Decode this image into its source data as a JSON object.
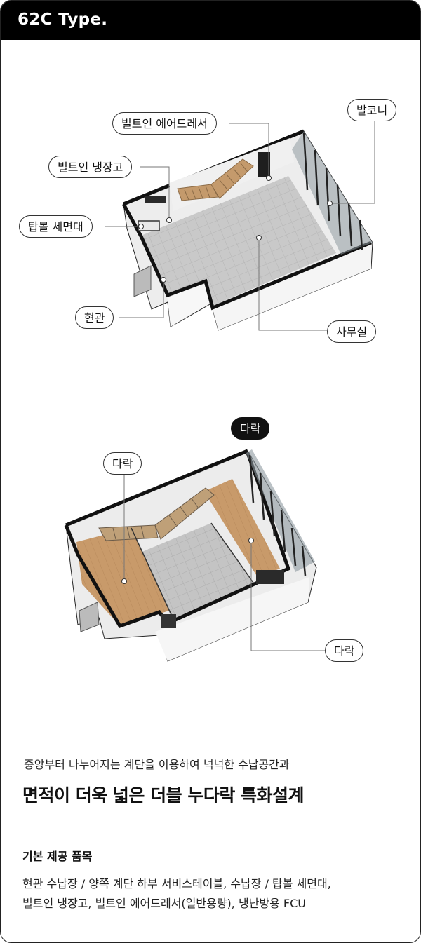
{
  "header": {
    "title": "62C Type."
  },
  "plan1": {
    "labels": {
      "airdresser": "빌트인 에어드레서",
      "balcony": "발코니",
      "fridge": "빌트인 냉장고",
      "sink": "탑볼 세면대",
      "entrance": "현관",
      "office": "사무실"
    }
  },
  "plan2": {
    "labels": {
      "top_badge": "다락",
      "left": "다락",
      "right": "다락"
    }
  },
  "caption": {
    "sub": "중앙부터 나누어지는 계단을 이용하여 넉넉한 수납공간과",
    "main": "면적이 더욱 넓은 더블 누다락 특화설계"
  },
  "basic": {
    "title": "기본 제공 품목",
    "line1": "현관 수납장  /  양쪽 계단 하부 서비스테이블, 수납장  / 탑볼 세면대,",
    "line2": "빌트인 냉장고, 빌트인 에어드레서(일반용량), 냉난방용 FCU"
  },
  "colors": {
    "header_bg": "#000000",
    "floor_tile": "#c9c9c9",
    "wood_floor": "#c89a6a",
    "wall": "#f2f2f2",
    "outline": "#111111"
  }
}
